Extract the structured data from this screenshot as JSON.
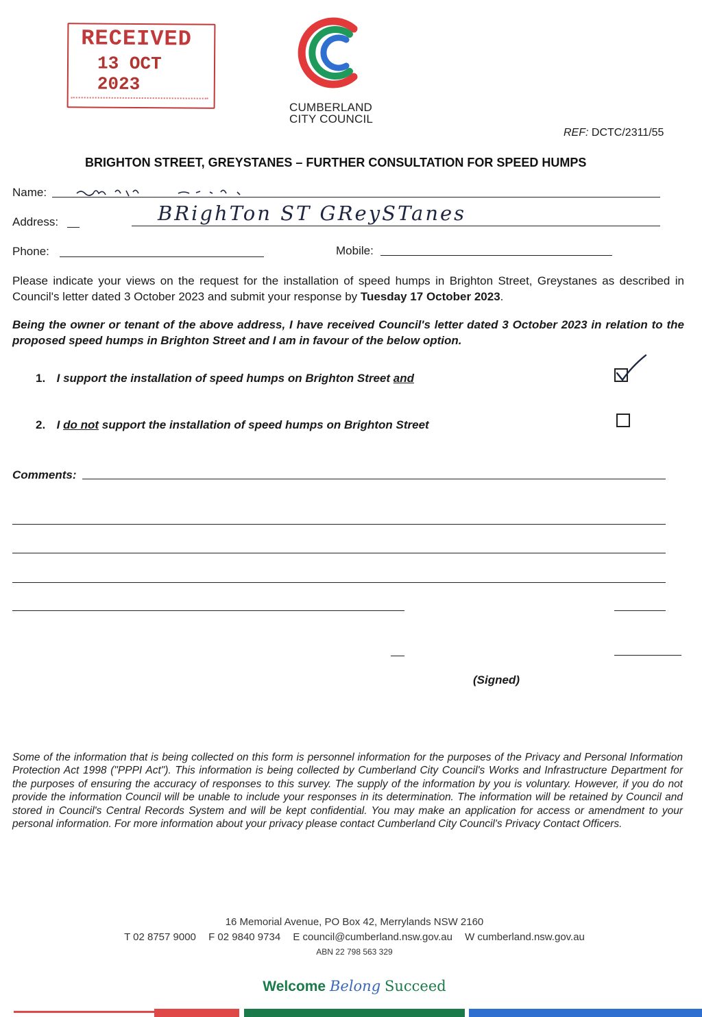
{
  "stamp": {
    "received": "RECEIVED",
    "date": "13 OCT 2023"
  },
  "logo": {
    "line1": "CUMBERLAND",
    "line2": "CITY COUNCIL"
  },
  "ref": {
    "prefix": "REF:",
    "code": "DCTC/2311/55"
  },
  "title": "BRIGHTON STREET, GREYSTANES – FURTHER CONSULTATION FOR SPEED HUMPS",
  "fields": {
    "name_label": "Name:",
    "address_label": "Address:",
    "address_value": "BRighTon ST GReySTanes",
    "phone_label": "Phone:",
    "mobile_label": "Mobile:"
  },
  "intro": {
    "text": "Please indicate your views on the request for the installation of speed humps in Brighton Street, Greystanes as described in Council's letter dated 3 October 2023 and submit your response by ",
    "deadline": "Tuesday 17 October 2023",
    "end": "."
  },
  "declaration": "Being the owner or tenant of the above address, I have received Council's letter dated 3 October 2023 in relation to the proposed speed humps in Brighton Street and I am in favour of the below option.",
  "options": [
    {
      "num": "1.",
      "text": "I support the installation of speed humps on Brighton Street ",
      "suffix": "and",
      "checked": true
    },
    {
      "num": "2.",
      "pre": "I ",
      "underlined": "do not",
      "text": " support the installation of speed humps on Brighton Street",
      "checked": false
    }
  ],
  "comments_label": "Comments:",
  "signed_label": "(Signed)",
  "privacy": "Some of the information that is being collected on this form is personnel information for the purposes of the Privacy and Personal Information Protection Act 1998 (\"PPPI Act\"). This information is being collected by Cumberland City Council's Works and Infrastructure Department for the purposes of ensuring the accuracy of responses to this survey. The supply of the information by you is voluntary. However, if you do not provide the information Council will be unable to include your responses in its determination. The information will be retained by Council and stored in Council's Central Records System and will be kept confidential. You may make an application for access or amendment to your personal information. For more information about your privacy please contact Cumberland City Council's Privacy Contact Officers.",
  "footer": {
    "address": "16 Memorial Avenue, PO Box 42, Merrylands NSW 2160",
    "phone": "T 02 8757 9000",
    "fax": "F 02 9840 9734",
    "email": "E council@cumberland.nsw.gov.au",
    "web": "W cumberland.nsw.gov.au",
    "abn": "ABN 22 798 563 329"
  },
  "tagline": {
    "welcome": "Welcome",
    "belong": "Belong",
    "succeed": "Succeed"
  },
  "colors": {
    "stamp_red": "#c0393b",
    "logo_red": "#e23a3a",
    "logo_green": "#1f9a5a",
    "logo_blue": "#2f6fd0",
    "tagline_green": "#1b7a4a",
    "tagline_blue": "#3a68b8"
  },
  "icons": {
    "logo": "cumberland-c-logo-icon",
    "check": "checkmark-icon"
  }
}
